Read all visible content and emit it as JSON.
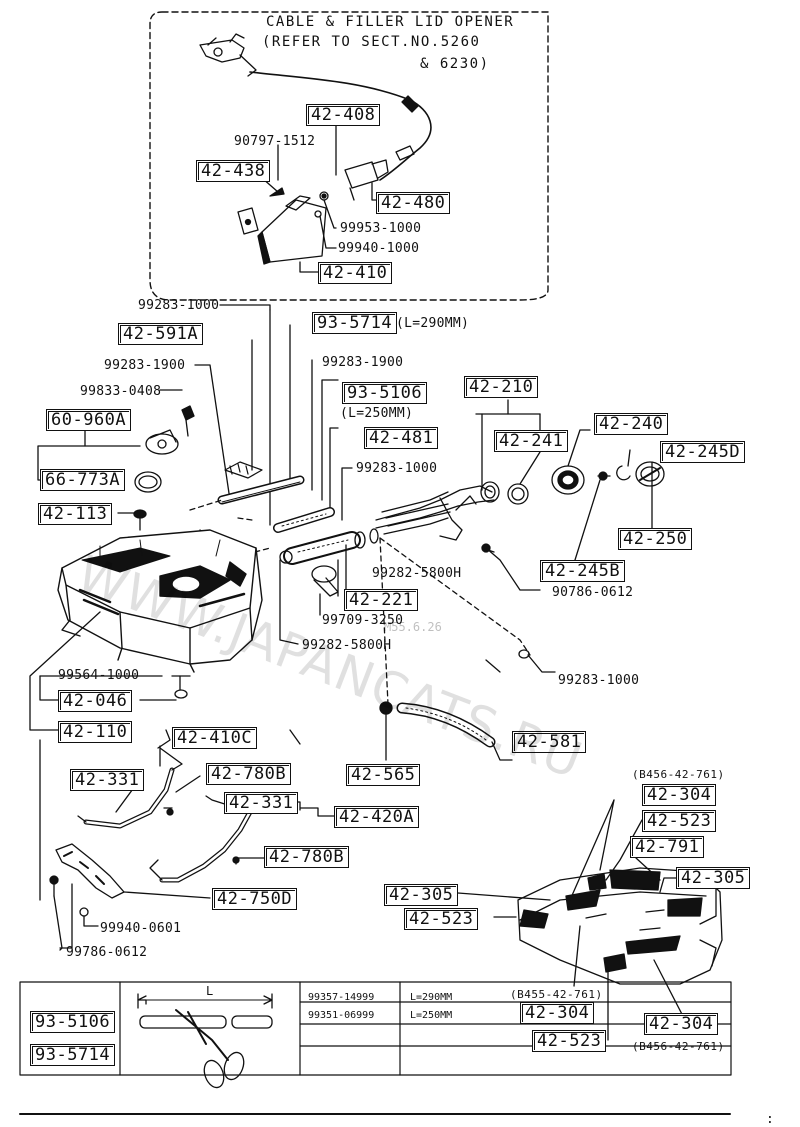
{
  "header": {
    "note_line1": "CABLE & FILLER LID OPENER",
    "note_line2": "(REFER TO SECT.NO.5260",
    "note_line3": "& 6230)"
  },
  "callouts": {
    "c42_408": "42-408",
    "c42_438": "42-438",
    "c42_480": "42-480",
    "c42_410": "42-410",
    "c42_591A": "42-591A",
    "c93_5714": "93-5714",
    "c60_960A": "60-960A",
    "c66_773A": "66-773A",
    "c93_5106": "93-5106",
    "c42_481": "42-481",
    "c42_210": "42-210",
    "c42_241": "42-241",
    "c42_240": "42-240",
    "c42_245D": "42-245D",
    "c42_250": "42-250",
    "c42_245B": "42-245B",
    "c42_113": "42-113",
    "c42_221": "42-221",
    "c42_046": "42-046",
    "c42_110": "42-110",
    "c42_410C": "42-410C",
    "c42_581": "42-581",
    "c42_331a": "42-331",
    "c42_780Ba": "42-780B",
    "c42_565": "42-565",
    "c42_331b": "42-331",
    "c42_420A": "42-420A",
    "c42_780Bb": "42-780B",
    "c42_304a": "42-304",
    "c42_523a": "42-523",
    "c42_791": "42-791",
    "c42_305a": "42-305",
    "c42_305b": "42-305",
    "c42_750D": "42-750D",
    "c42_523b": "42-523",
    "c42_304b": "42-304",
    "c42_523c": "42-523",
    "c42_304c": "42-304",
    "t93_5106": "93-5106",
    "t93_5714": "93-5714"
  },
  "labels": {
    "p90797_1512": "90797-1512",
    "p99953_1000": "99953-1000",
    "p99940_1000": "99940-1000",
    "p99283_1000a": "99283-1000",
    "l290": "(L=290MM)",
    "p99283_1900a": "99283-1900",
    "p99283_1900b": "99283-1900",
    "p99833_0408": "99833-0408",
    "l250": "(L=250MM)",
    "p99283_1000b": "99283-1000",
    "p99282_5800Ha": "99282-5800H",
    "p90786_0612": "90786-0612",
    "p99709_3250": "99709-3250",
    "p99282_5800Hb": "99282-5800H",
    "p99564_1000": "99564-1000",
    "p99283_1000c": "99283-1000",
    "p99940_0601": "99940-0601",
    "p99786_0612": "99786-0612",
    "ref_b456a": "(B456-42-761)",
    "ref_b455": "(B455-42-761)",
    "ref_b456b": "(B456-42-761)"
  },
  "table": {
    "dim_label": "L",
    "rows": [
      [
        "99357-14999",
        "L=290MM"
      ],
      [
        "99351-06999",
        "L=250MM"
      ]
    ]
  },
  "watermark": {
    "main": "WWW.JAPANCATS.RU",
    "tag": "M55.6.26"
  },
  "footer": {
    "mark": ":"
  }
}
